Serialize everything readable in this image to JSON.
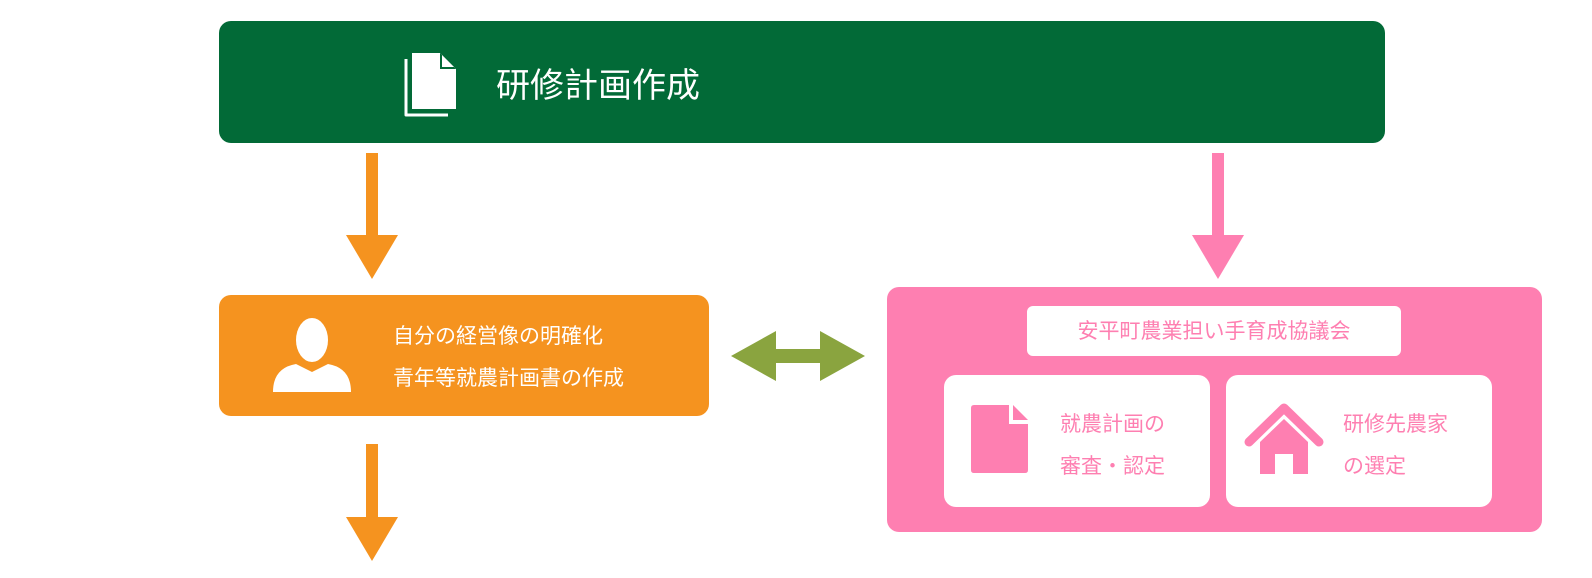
{
  "header": {
    "title": "研修計画作成",
    "icon": "documents-icon",
    "color": "#026a37"
  },
  "applicant": {
    "lines": [
      "自分の経営像の明確化",
      "青年等就農計画書の作成"
    ],
    "icon": "person-icon",
    "color": "#f5931f"
  },
  "council": {
    "label": "安平町農業担い手育成協議会",
    "color": "#fe7fb1",
    "cards": [
      {
        "lines": [
          "就農計画の",
          "審査・認定"
        ],
        "icon": "document-icon"
      },
      {
        "lines": [
          "研修先農家",
          "の選定"
        ],
        "icon": "home-icon"
      }
    ]
  },
  "connectors": {
    "orange_color": "#f5931f",
    "pink_color": "#fe7fb1",
    "exchange_color": "#8aa43f"
  }
}
